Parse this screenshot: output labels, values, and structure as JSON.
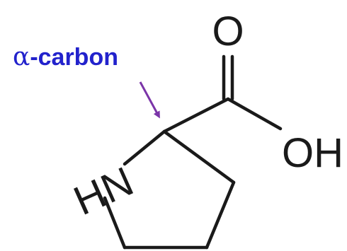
{
  "annotation": {
    "alpha_symbol": "α",
    "label_rest": "-carbon",
    "color": "#2222cc",
    "arrow_color": "#7b35a8"
  },
  "atoms": {
    "carbonyl_oxygen": "O",
    "hydroxyl": "OH",
    "amine": "HN"
  },
  "colors": {
    "bond": "#1a1a1a",
    "background": "#ffffff"
  }
}
